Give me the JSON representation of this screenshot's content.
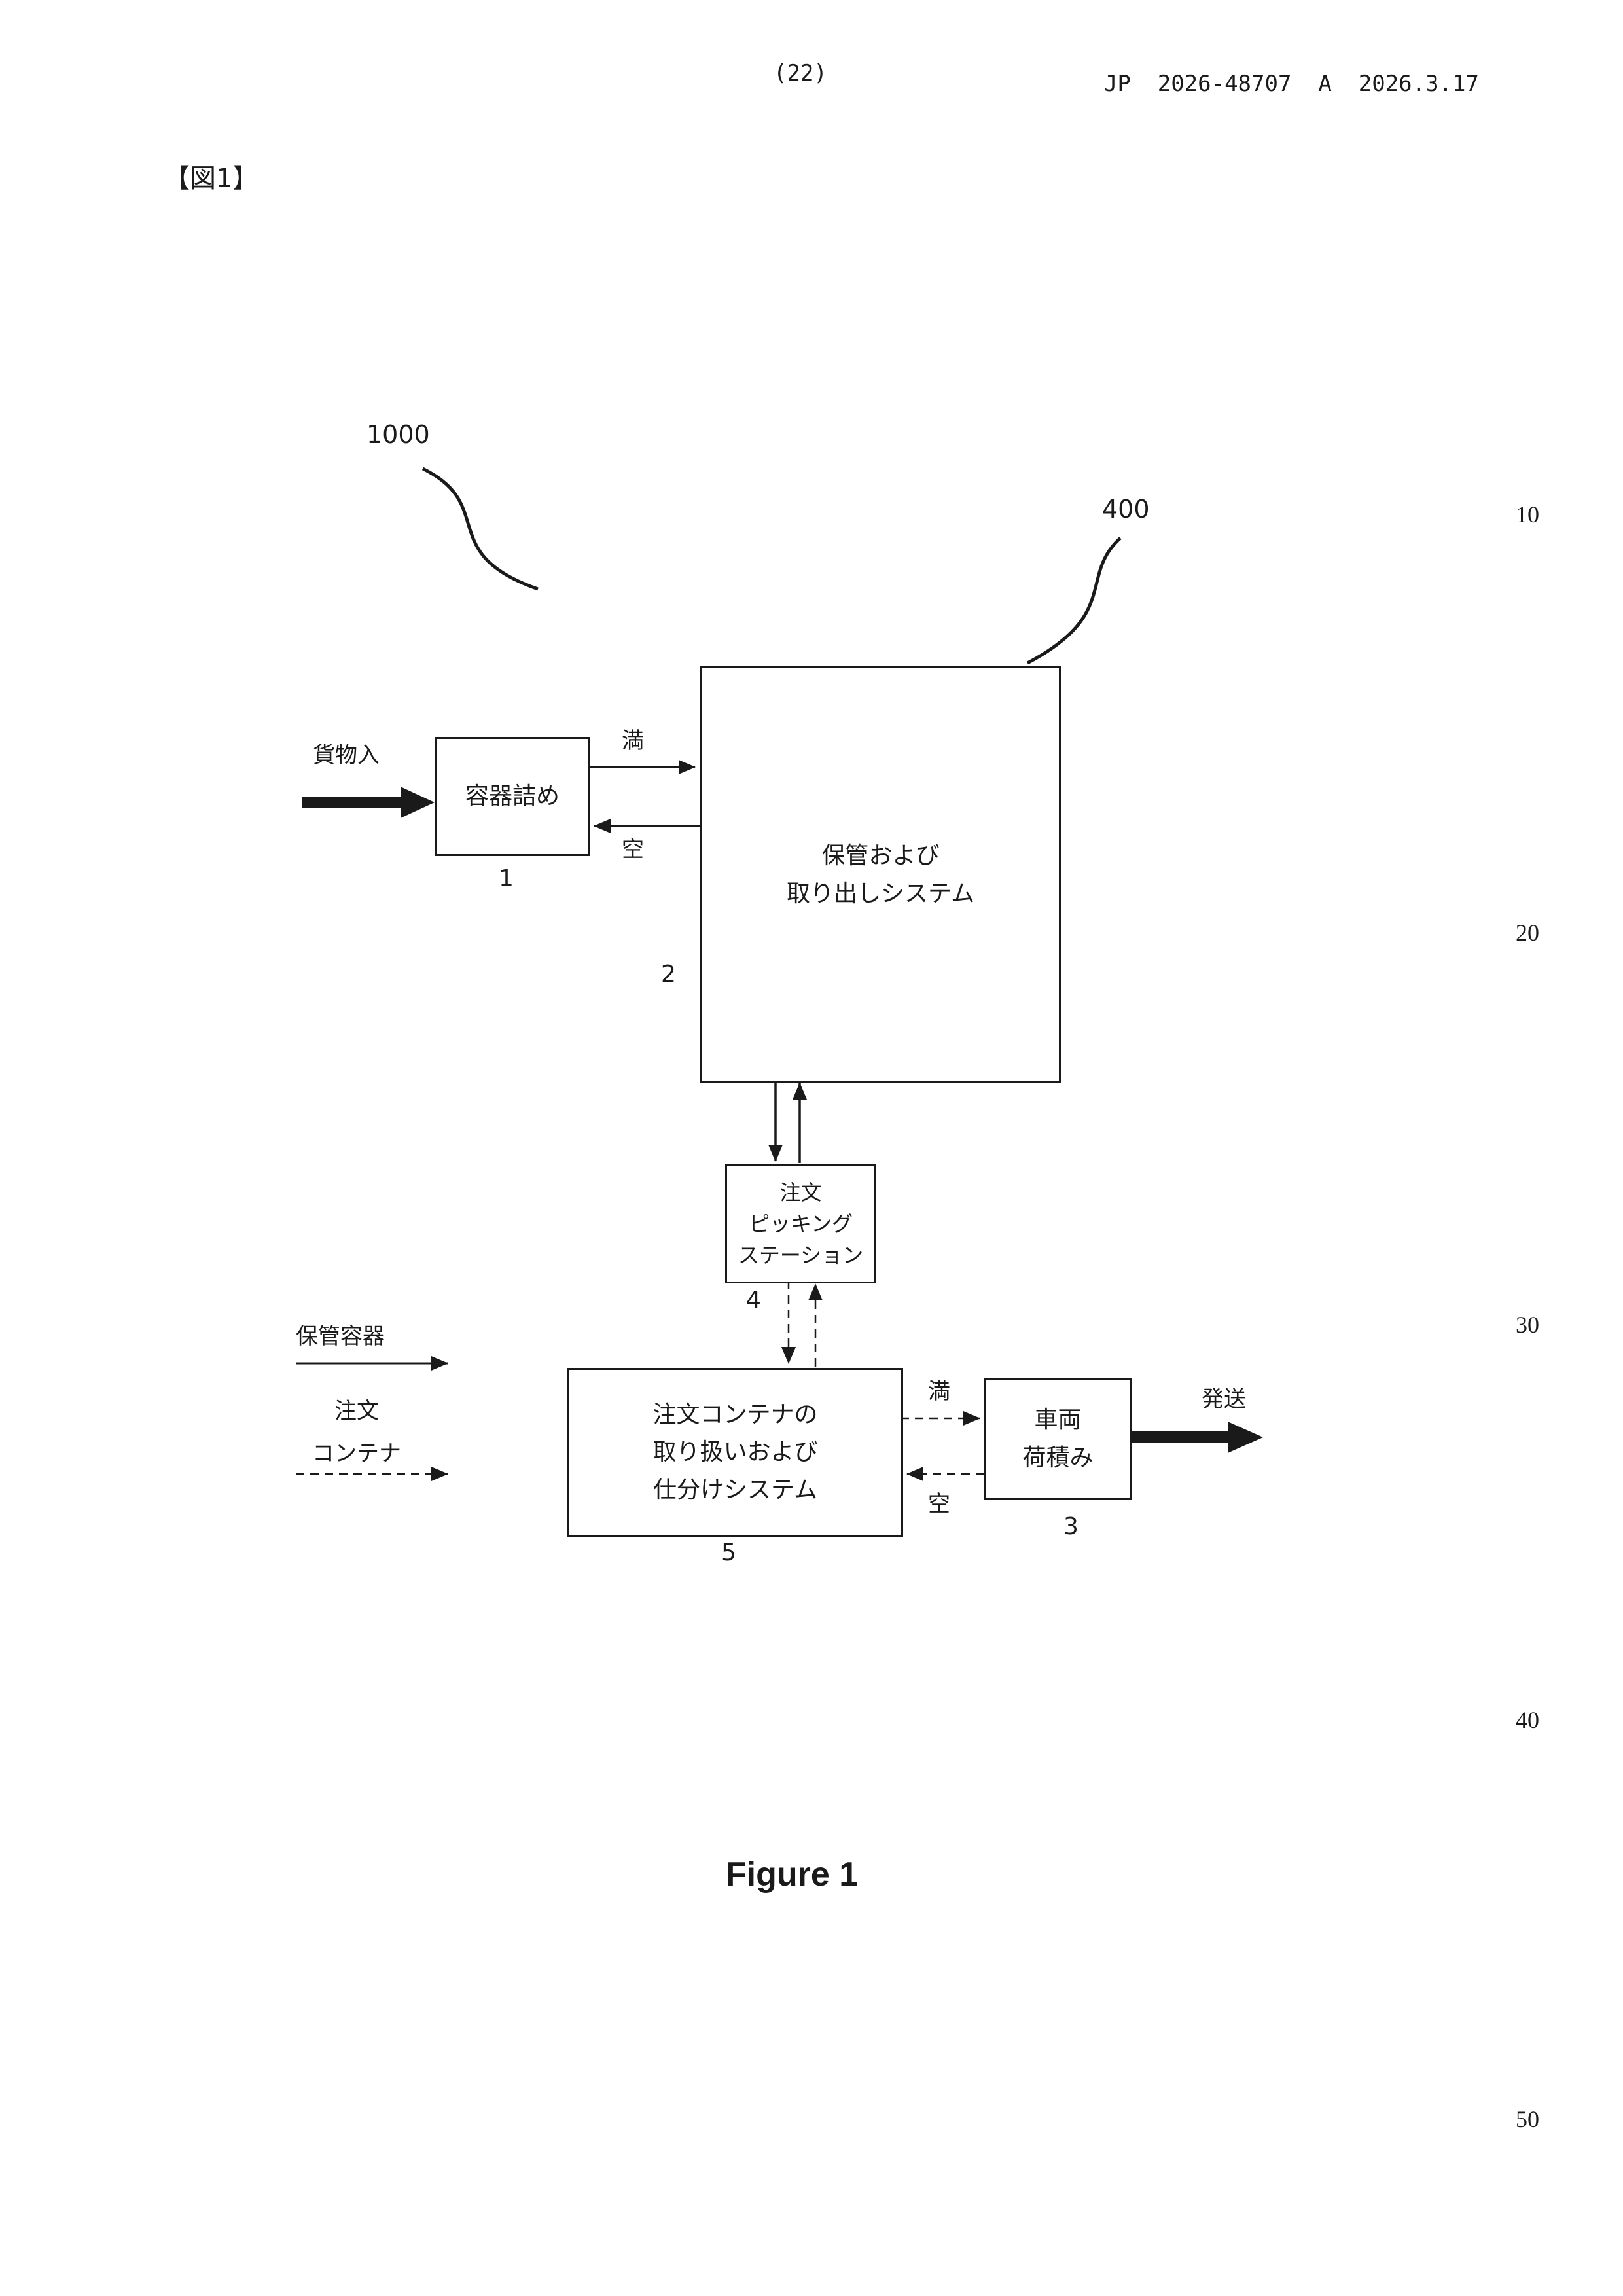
{
  "page": {
    "header": {
      "page_number": "(22)",
      "publication": "JP  2026-48707  A  2026.3.17"
    },
    "figure_tag": "【図1】",
    "caption": "Figure 1",
    "margin_line_numbers": [
      "10",
      "20",
      "30",
      "40",
      "50"
    ]
  },
  "diagram": {
    "refs": {
      "system": "1000",
      "storage": "400"
    },
    "boxes": {
      "packing": {
        "label": "容器詰め",
        "number": "1"
      },
      "storage": {
        "label": "保管および\n取り出しシステム",
        "number": "2"
      },
      "picking": {
        "label": "注文\nピッキング\nステーション",
        "number": "4"
      },
      "handling": {
        "label": "注文コンテナの\n取り扱いおよび\n仕分けシステム",
        "number": "5"
      },
      "loading": {
        "label": "車両\n荷積み",
        "number": "3"
      }
    },
    "flows": {
      "cargo_in": "貨物入",
      "full_top": "満",
      "empty_top": "空",
      "full_bottom": "満",
      "empty_bottom": "空",
      "dispatch": "発送"
    },
    "legend": {
      "storage_container": "保管容器",
      "order_container": "注文\nコンテナ"
    }
  }
}
